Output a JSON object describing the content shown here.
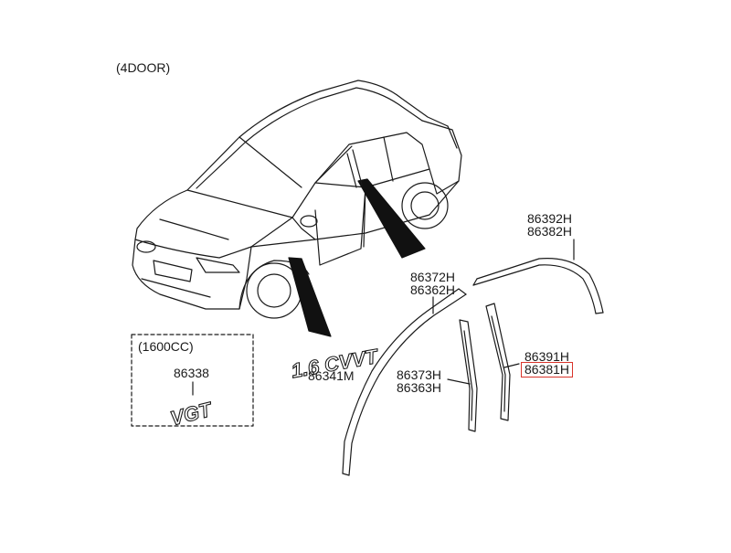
{
  "header": {
    "variant": "(4DOOR)"
  },
  "engine_box": {
    "title": "(1600CC)",
    "part": "86338",
    "emblem_text": "VGT"
  },
  "emblem_16": {
    "text": "1.6 CVVT",
    "part": "86341M"
  },
  "parts": {
    "upper_rear": [
      "86392H",
      "86382H"
    ],
    "upper_front": [
      "86372H",
      "86362H"
    ],
    "pillar_front": [
      "86373H",
      "86363H"
    ],
    "pillar_rear": [
      "86391H",
      "86381H"
    ]
  },
  "highlight": {
    "part": "86381H",
    "color": "#d9342b"
  }
}
